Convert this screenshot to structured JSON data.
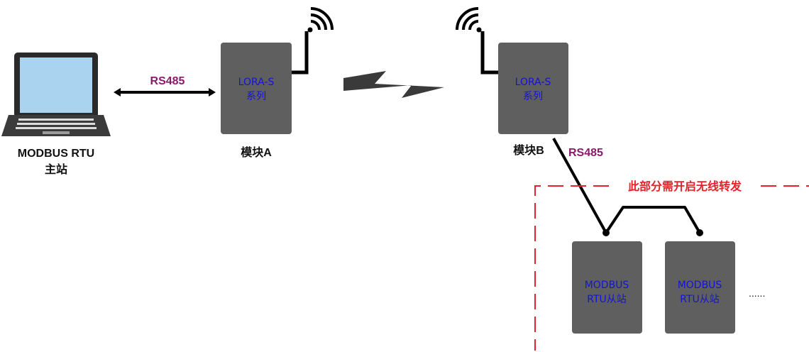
{
  "master": {
    "label_line1": "MODBUS RTU",
    "label_line2": "主站"
  },
  "link_master_module": {
    "label": "RS485"
  },
  "module_a": {
    "box_line1": "LORA-S",
    "box_line2": "系列",
    "caption": "模块A"
  },
  "module_b": {
    "box_line1": "LORA-S",
    "box_line2": "系列",
    "caption": "模块B"
  },
  "link_module_slaves": {
    "label": "RS485"
  },
  "forwarding_zone": {
    "label": "此部分需开启无线转发"
  },
  "slaves": [
    {
      "line1": "MODBUS",
      "line2": "RTU从站"
    },
    {
      "line1": "MODBUS",
      "line2": "RTU从站"
    }
  ],
  "ellipsis": "......",
  "colors": {
    "box_fill": "#5f5f5f",
    "box_text": "#1414d2",
    "link_label": "#8b1a6b",
    "zone_border": "#e8202a",
    "line": "#000000"
  }
}
